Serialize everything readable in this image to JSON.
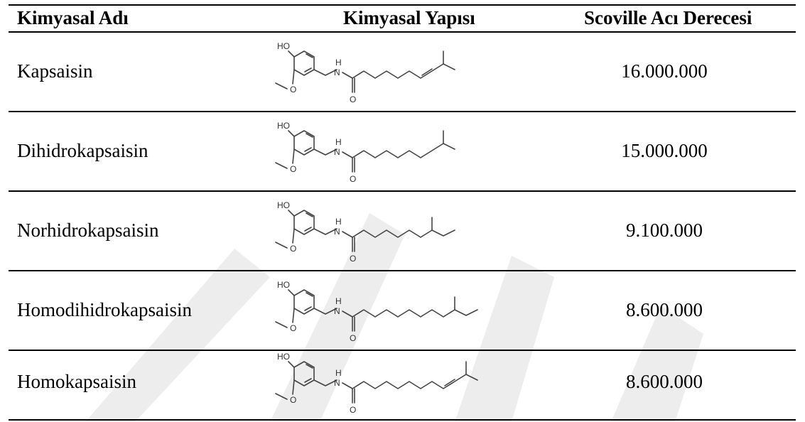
{
  "header": {
    "col_name": "Kimyasal Adı",
    "col_structure": "Kimyasal Yapısı",
    "col_value": "Scoville Acı Derecesi"
  },
  "rows": [
    {
      "name": "Kapsaisin",
      "value": "16.000.000",
      "structure_icon": "capsaicin-structure-icon",
      "atoms": {
        "ho": "HO",
        "o": "O",
        "n": "N",
        "h": "H",
        "co": "O"
      }
    },
    {
      "name": "Dihidrokapsaisin",
      "value": "15.000.000",
      "structure_icon": "dihydrocapsaicin-structure-icon",
      "atoms": {
        "ho": "HO",
        "o": "O",
        "n": "N",
        "h": "H",
        "co": "O"
      }
    },
    {
      "name": "Norhidrokapsaisin",
      "value": "9.100.000",
      "structure_icon": "nordihydrocapsaicin-structure-icon",
      "atoms": {
        "ho": "HO",
        "o": "O",
        "n": "N",
        "h": "H",
        "co": "O"
      }
    },
    {
      "name": "Homodihidrokapsaisin",
      "value": "8.600.000",
      "structure_icon": "homodihydrocapsaicin-structure-icon",
      "atoms": {
        "ho": "HO",
        "o": "O",
        "n": "N",
        "h": "H",
        "co": "O"
      }
    },
    {
      "name": "Homokapsaisin",
      "value": "8.600.000",
      "structure_icon": "homocapsaicin-structure-icon",
      "atoms": {
        "ho": "HO",
        "o": "O",
        "n": "N",
        "h": "H",
        "co": "O"
      }
    }
  ],
  "colors": {
    "text": "#000000",
    "structure_stroke": "#444444",
    "watermark": "#e9e9e9"
  }
}
